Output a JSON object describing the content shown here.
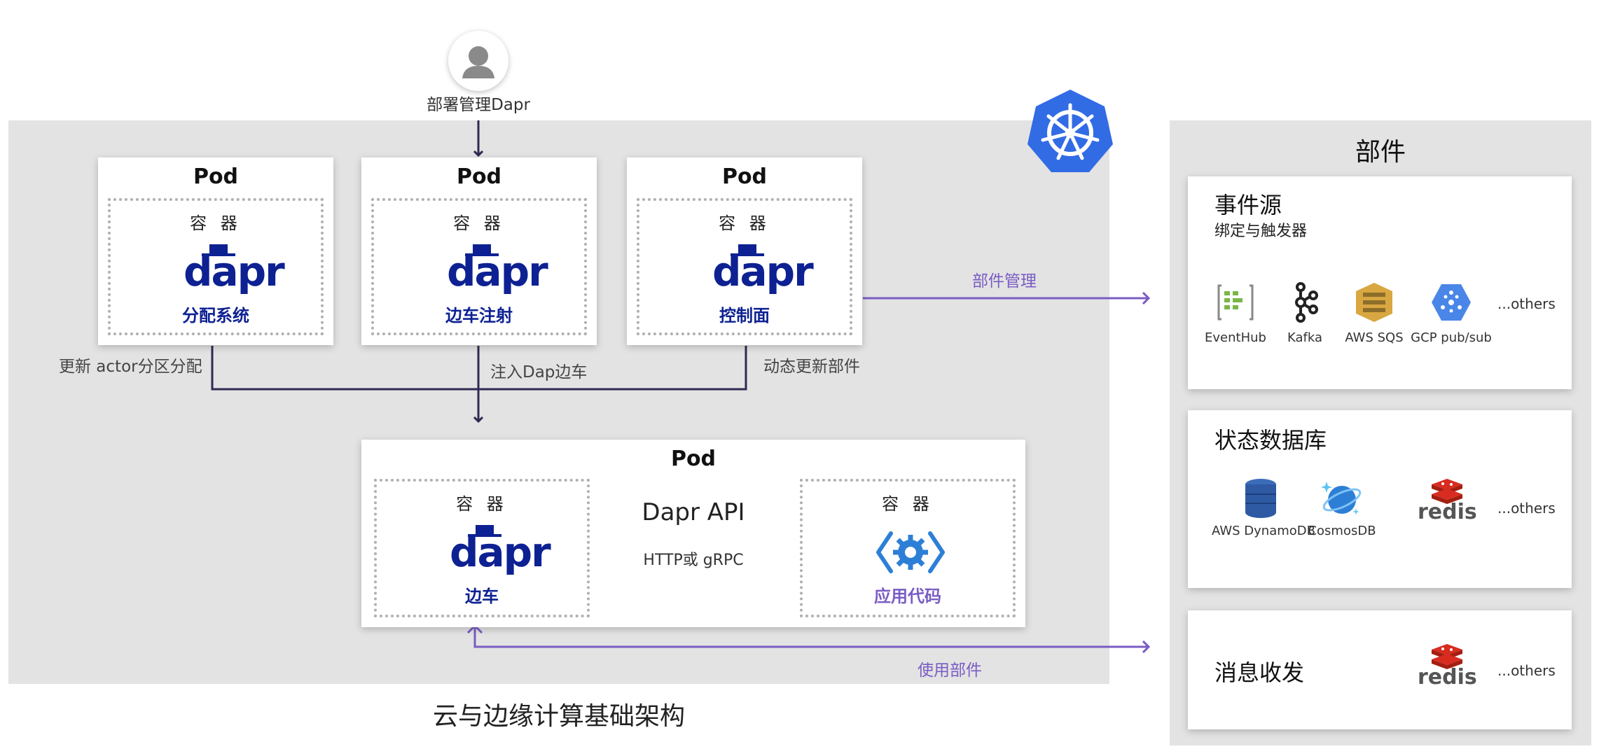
{
  "user": {
    "label": "部署管理Dapr"
  },
  "cluster": {
    "top_pods": [
      {
        "title": "Pod",
        "container_label": "容 器",
        "logo_text": "dapr",
        "name": "分配系统"
      },
      {
        "title": "Pod",
        "container_label": "容 器",
        "logo_text": "dapr",
        "name": "边车注射"
      },
      {
        "title": "Pod",
        "container_label": "容 器",
        "logo_text": "dapr",
        "name": "控制面"
      }
    ],
    "connectors": {
      "left": "更新 actor分区分配",
      "middle": "注入Dap边车",
      "right": "动态更新部件",
      "component_mgmt": "部件管理",
      "use_components": "使用部件"
    },
    "bottom_pod": {
      "title": "Pod",
      "sidecar": {
        "container_label": "容 器",
        "logo_text": "dapr",
        "name": "边车"
      },
      "api": {
        "title": "Dapr API",
        "subtitle": "HTTP或 gRPC"
      },
      "app": {
        "container_label": "容 器",
        "name": "应用代码"
      }
    }
  },
  "infrastructure": {
    "label": "云与边缘计算基础架构"
  },
  "components": {
    "title": "部件",
    "event_sources": {
      "title": "事件源",
      "subtitle": "绑定与触发器",
      "items": [
        "EventHub",
        "Kafka",
        "AWS SQS",
        "GCP pub/sub"
      ],
      "more": "...others"
    },
    "state_stores": {
      "title": "状态数据库",
      "items": [
        "AWS DynamoDB",
        "CosmosDB"
      ],
      "redis_text": "redis",
      "more": "...others"
    },
    "messaging": {
      "title": "消息收发",
      "redis_text": "redis",
      "more": "...others"
    }
  },
  "colors": {
    "dapr_blue": "#0d2192",
    "purple": "#7a5cc4",
    "dark_line": "#2e2a52",
    "k8s_blue": "#326ce5",
    "redis_red": "#d82c20"
  }
}
